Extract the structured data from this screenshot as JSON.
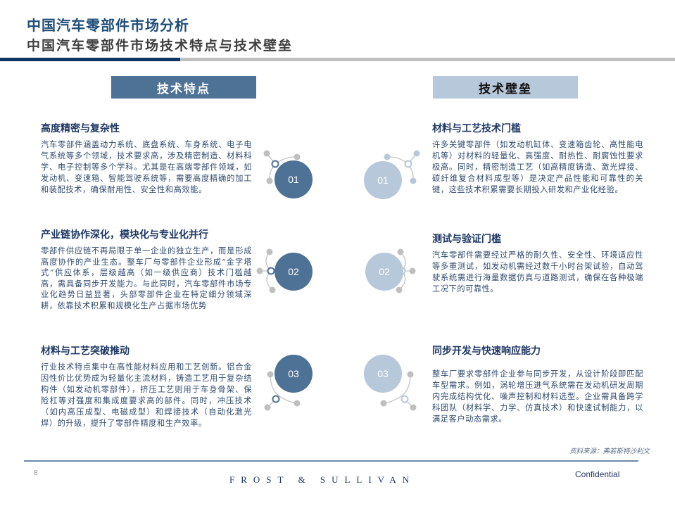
{
  "header": {
    "title": "中国汽车零部件市场分析",
    "subtitle": "中国汽车零部件市场技术特点与技术壁垒"
  },
  "columns": {
    "left_label": "技术特点",
    "right_label": "技术壁垒"
  },
  "left_sections": [
    {
      "number": "01",
      "title": "高度精密与复杂性",
      "body": "汽车零部件涵盖动力系统、底盘系统、车身系统、电子电气系统等多个领域，技术要求高，涉及精密制造、材料科学、电子控制等多个学科。尤其是在高端零部件领域，如发动机、变速箱、智能驾驶系统等，需要高度精确的加工和装配技术，确保耐用性、安全性和高效能。"
    },
    {
      "number": "02",
      "title": "产业链协作深化，模块化与专业化并行",
      "body": "零部件供应链不再局限于单一企业的独立生产，而是形成高度协作的产业生态。整车厂与零部件企业形成“金字塔式”供应体系，层级越高（如一级供应商）技术门槛越高，需具备同步开发能力。与此同时，汽车零部件市场专业化趋势日益显著，头部零部件企业在特定细分领域深耕，依靠技术积累和规模化生产占据市场优势"
    },
    {
      "number": "03",
      "title": "材料与工艺突破推动",
      "body": "行业技术特点集中在高性能材料应用和工艺创新。铝合金因性价比优势成为轻量化主流材料，铸造工艺用于复杂结构件（如发动机零部件），挤压工艺则用于车身骨架、保险杠等对强度和集成度要求高的部件。同时，冲压技术（如内高压成型、电磁成型）和焊接技术（自动化激光焊）的升级，提升了零部件精度和生产效率。"
    }
  ],
  "right_sections": [
    {
      "number": "01",
      "title": "材料与工艺技术门槛",
      "body": "许多关键零部件（如发动机缸体、变速箱齿轮、高性能电机等）对材料的轻量化、高强度、耐热性、耐腐蚀性要求极高。同时，精密制造工艺（如高精度铸造、激光焊接、碳纤维复合材料成型等）是决定产品性能和可靠性的关键，这些技术积累需要长期投入研发和产业化经验。"
    },
    {
      "number": "02",
      "title": "测试与验证门槛",
      "body": "汽车零部件需要经过严格的耐久性、安全性、环境适应性等多重测试，如发动机需经过数千小时台架试验，自动驾驶系统需进行海量数据仿真与道路测试，确保在各种极端工况下的可靠性。"
    },
    {
      "number": "03",
      "title": "同步开发与快速响应能力",
      "body": "整车厂要求零部件企业参与同步开发，从设计阶段即匹配车型需求。例如，涡轮增压进气系统需在发动机研发周期内完成结构优化、噪声控制和材料选型。企业需具备跨学科团队（材料学、力学、仿真技术）和快速试制能力，以满足客户动态需求。"
    }
  ],
  "footer": {
    "source": "资料来源：弗若斯特沙利文",
    "page_number": "8",
    "brand": "FROST & SULLIVAN",
    "confidential": "Confidential"
  },
  "colors": {
    "title_blue": "#1f4e79",
    "dark_bar": "#0e3562",
    "accent_dark": "#4e7296",
    "accent_light": "#b7c8da",
    "deco_gray": "#bfbfbf"
  }
}
